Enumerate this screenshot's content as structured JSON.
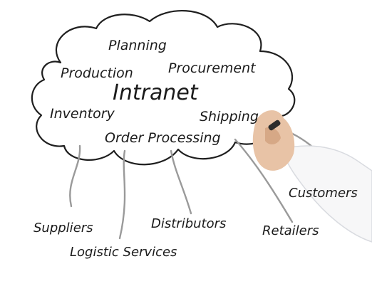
{
  "cloud": {
    "center_title": "Intranet",
    "items": [
      "Planning",
      "Production",
      "Procurement",
      "Inventory",
      "Shipping",
      "Order Processing"
    ]
  },
  "external": {
    "items": [
      "Suppliers",
      "Logistic Services",
      "Distributors",
      "Retailers",
      "Customers"
    ]
  },
  "colors": {
    "ink": "#1b1b1b",
    "connector": "#9a9a9a",
    "background": "#ffffff"
  }
}
